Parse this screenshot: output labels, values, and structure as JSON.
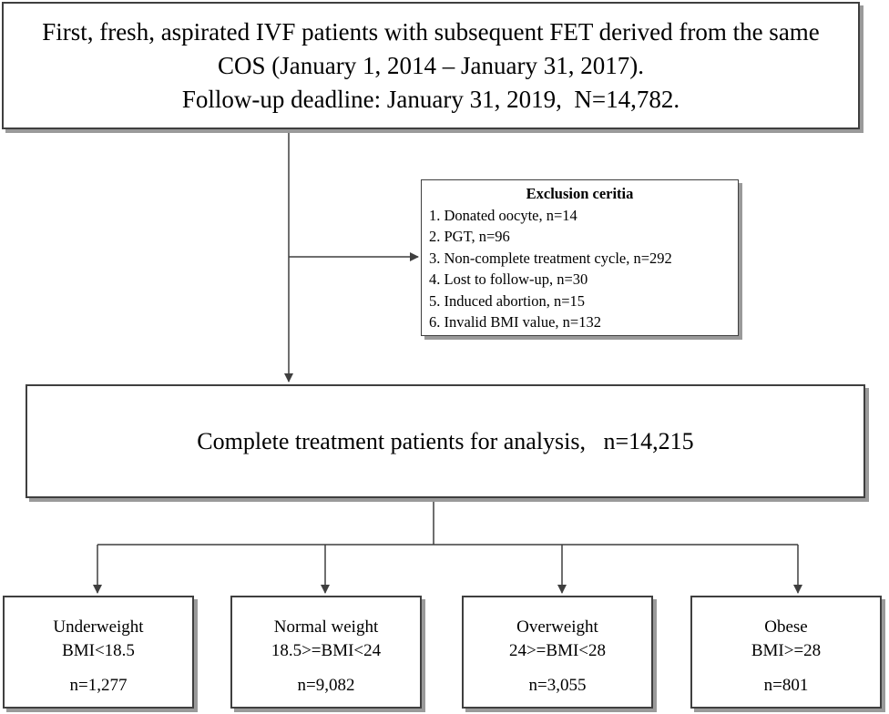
{
  "top_box": {
    "line1": "First, fresh, aspirated IVF patients with subsequent FET derived from the same",
    "line2": "COS (January 1, 2014 – January 31, 2017).",
    "line3": "Follow-up deadline: January 31, 2019,  N=14,782."
  },
  "exclusion": {
    "title": "Exclusion ceritia",
    "items": [
      "1. Donated oocyte, n=14",
      "2. PGT, n=96",
      "3. Non-complete treatment cycle, n=292",
      "4. Lost to follow-up, n=30",
      "5. Induced abortion, n=15",
      "6. Invalid BMI value, n=132"
    ]
  },
  "middle_box": {
    "text": "Complete treatment patients for analysis,   n=14,215"
  },
  "groups": [
    {
      "name": "Underweight",
      "criterion": "BMI<18.5",
      "count": "n=1,277"
    },
    {
      "name": "Normal weight",
      "criterion": "18.5>=BMI<24",
      "count": "n=9,082"
    },
    {
      "name": "Overweight",
      "criterion": "24>=BMI<28",
      "count": "n=3,055"
    },
    {
      "name": "Obese",
      "criterion": "BMI>=28",
      "count": "n=801"
    }
  ],
  "colors": {
    "border": "#3f3f3f",
    "shadow": "#9a9a9a",
    "line": "#3f3f3f"
  }
}
